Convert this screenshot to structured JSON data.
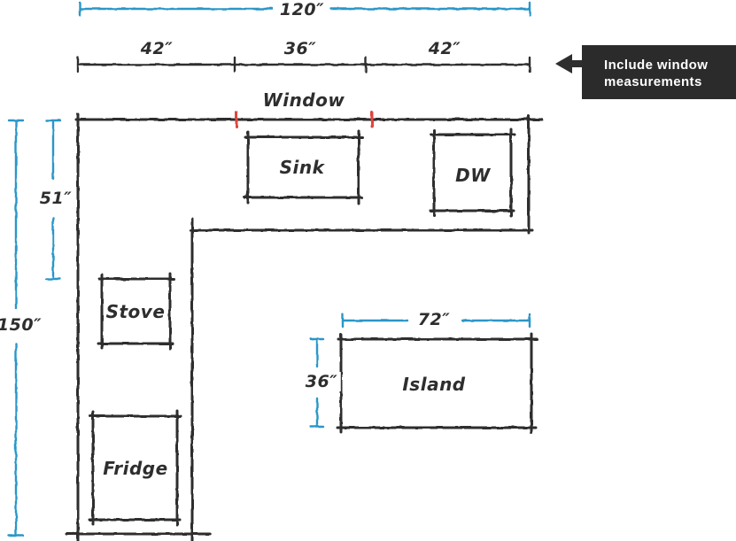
{
  "colors": {
    "ink": "#2e2e2e",
    "dim": "#2b96c8",
    "marker": "#e0453c",
    "callout-bg": "#2b2b2b",
    "callout-text": "#ffffff"
  },
  "plan": {
    "window_label": "Window",
    "dimensions": {
      "total_width": "120″",
      "seg_left": "42″",
      "seg_window": "36″",
      "seg_right": "42″",
      "left_upper": "51″",
      "left_total": "150″",
      "island_width": "72″",
      "island_depth": "36″"
    },
    "fixtures": {
      "sink": "Sink",
      "dishwasher": "DW",
      "stove": "Stove",
      "fridge": "Fridge",
      "island": "Island"
    }
  },
  "callout": {
    "line1": "Include window",
    "line2": "measurements"
  }
}
